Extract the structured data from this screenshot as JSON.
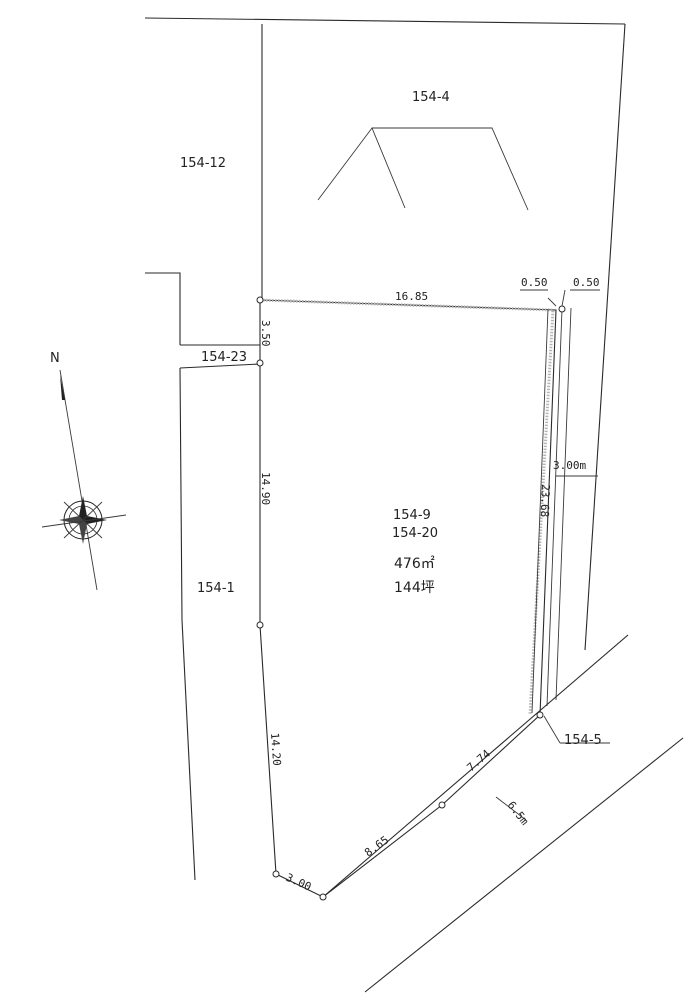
{
  "parcels": {
    "p154_4": "154-4",
    "p154_12": "154-12",
    "p154_23": "154-23",
    "p154_1": "154-1",
    "p154_5": "154-5",
    "subject_line1": "154-9",
    "subject_line2": "154-20"
  },
  "area": {
    "sqm": "476㎡",
    "tsubo": "144坪"
  },
  "dimensions": {
    "top": "16.85",
    "left_upper": "3.50",
    "left_middle": "14.90",
    "left_lower": "14.20",
    "bottom_short": "3.00",
    "bottom_mid": "8.65",
    "bottom_right": "7.74",
    "right": "23.68",
    "setback_a": "0.50",
    "setback_b": "0.50",
    "passage_width": "3.00m",
    "road_width": "6.5m"
  },
  "compass": {
    "north": "N"
  }
}
